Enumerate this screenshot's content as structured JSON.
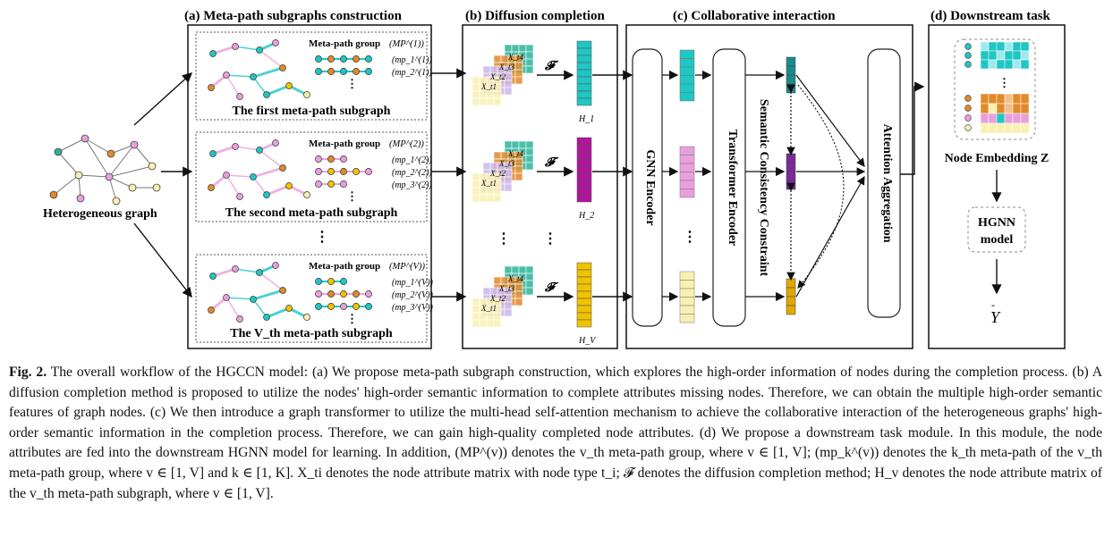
{
  "panels": {
    "a_title": "(a) Meta-path subgraphs construction",
    "b_title": "(b) Diffusion completion",
    "c_title": "(c) Collaborative interaction",
    "d_title": "(d) Downstream task"
  },
  "left": {
    "graph_label": "Heterogeneous graph"
  },
  "subgraphs": [
    {
      "caption": "The first meta-path subgraph",
      "group_label": "Meta-path group",
      "group_sym": "(MP^(1))",
      "paths": [
        "(mp_1^(1))",
        "(mp_2^(1))"
      ]
    },
    {
      "caption": "The second meta-path subgraph",
      "group_label": "Meta-path group",
      "group_sym": "(MP^(2))",
      "paths": [
        "(mp_1^(2))",
        "(mp_2^(2))",
        "(mp_3^(2))"
      ]
    },
    {
      "caption": "The V_th meta-path subgraph",
      "group_label": "Meta-path group",
      "group_sym": "(MP^(V))",
      "paths": [
        "(mp_1^(V))",
        "(mp_2^(V))",
        "(mp_3^(V))"
      ]
    }
  ],
  "diffusion": {
    "op": "𝓕",
    "matrices": [
      "X_t1",
      "X_t2",
      "X_t3",
      "X_t4"
    ],
    "outputs": [
      "H_1",
      "H_2",
      "H_V"
    ]
  },
  "collab": {
    "gnn": "GNN Encoder",
    "transformer": "Transformer Encoder",
    "constraint": "Semantic Consistency Constraint",
    "aggregation": "Attention Aggregation"
  },
  "downstream": {
    "embedding": "Node Embedding Z",
    "model_line1": "HGNN",
    "model_line2": "model",
    "output": "Y"
  },
  "colors": {
    "teal": "#1fc6c4",
    "magenta": "#b0159c",
    "yellow": "#f0c200",
    "pink": "#e8a0dc",
    "orange": "#e08a2a",
    "green": "#2bb39a",
    "lavender": "#c9b6ea",
    "lightyellow": "#f8f0b0"
  },
  "caption": {
    "label": "Fig. 2.",
    "text": " The overall workflow of the HGCCN model: (a) We propose meta-path subgraph construction, which explores the high-order information of nodes during the completion process. (b) A diffusion completion method is proposed to utilize the nodes' high-order semantic information to complete attributes missing nodes. Therefore, we can obtain the multiple high-order semantic features of graph nodes. (c) We then introduce a graph transformer to utilize the multi-head self-attention mechanism to achieve the collaborative interaction of the heterogeneous graphs' high-order semantic information in the completion process. Therefore, we can gain high-quality completed node attributes. (d) We propose a downstream task module. In this module, the node attributes are fed into the downstream HGNN model for learning. In addition, (MP^(v)) denotes the v_th meta-path group, where v ∈ [1, V]; (mp_k^(v)) denotes the k_th meta-path of the v_th meta-path group, where v ∈ [1, V] and k ∈ [1, K]. X_ti denotes the node attribute matrix with node type t_i; 𝓕 denotes the diffusion completion method; H_v denotes the node attribute matrix of the v_th meta-path subgraph, where v ∈ [1, V]."
  }
}
